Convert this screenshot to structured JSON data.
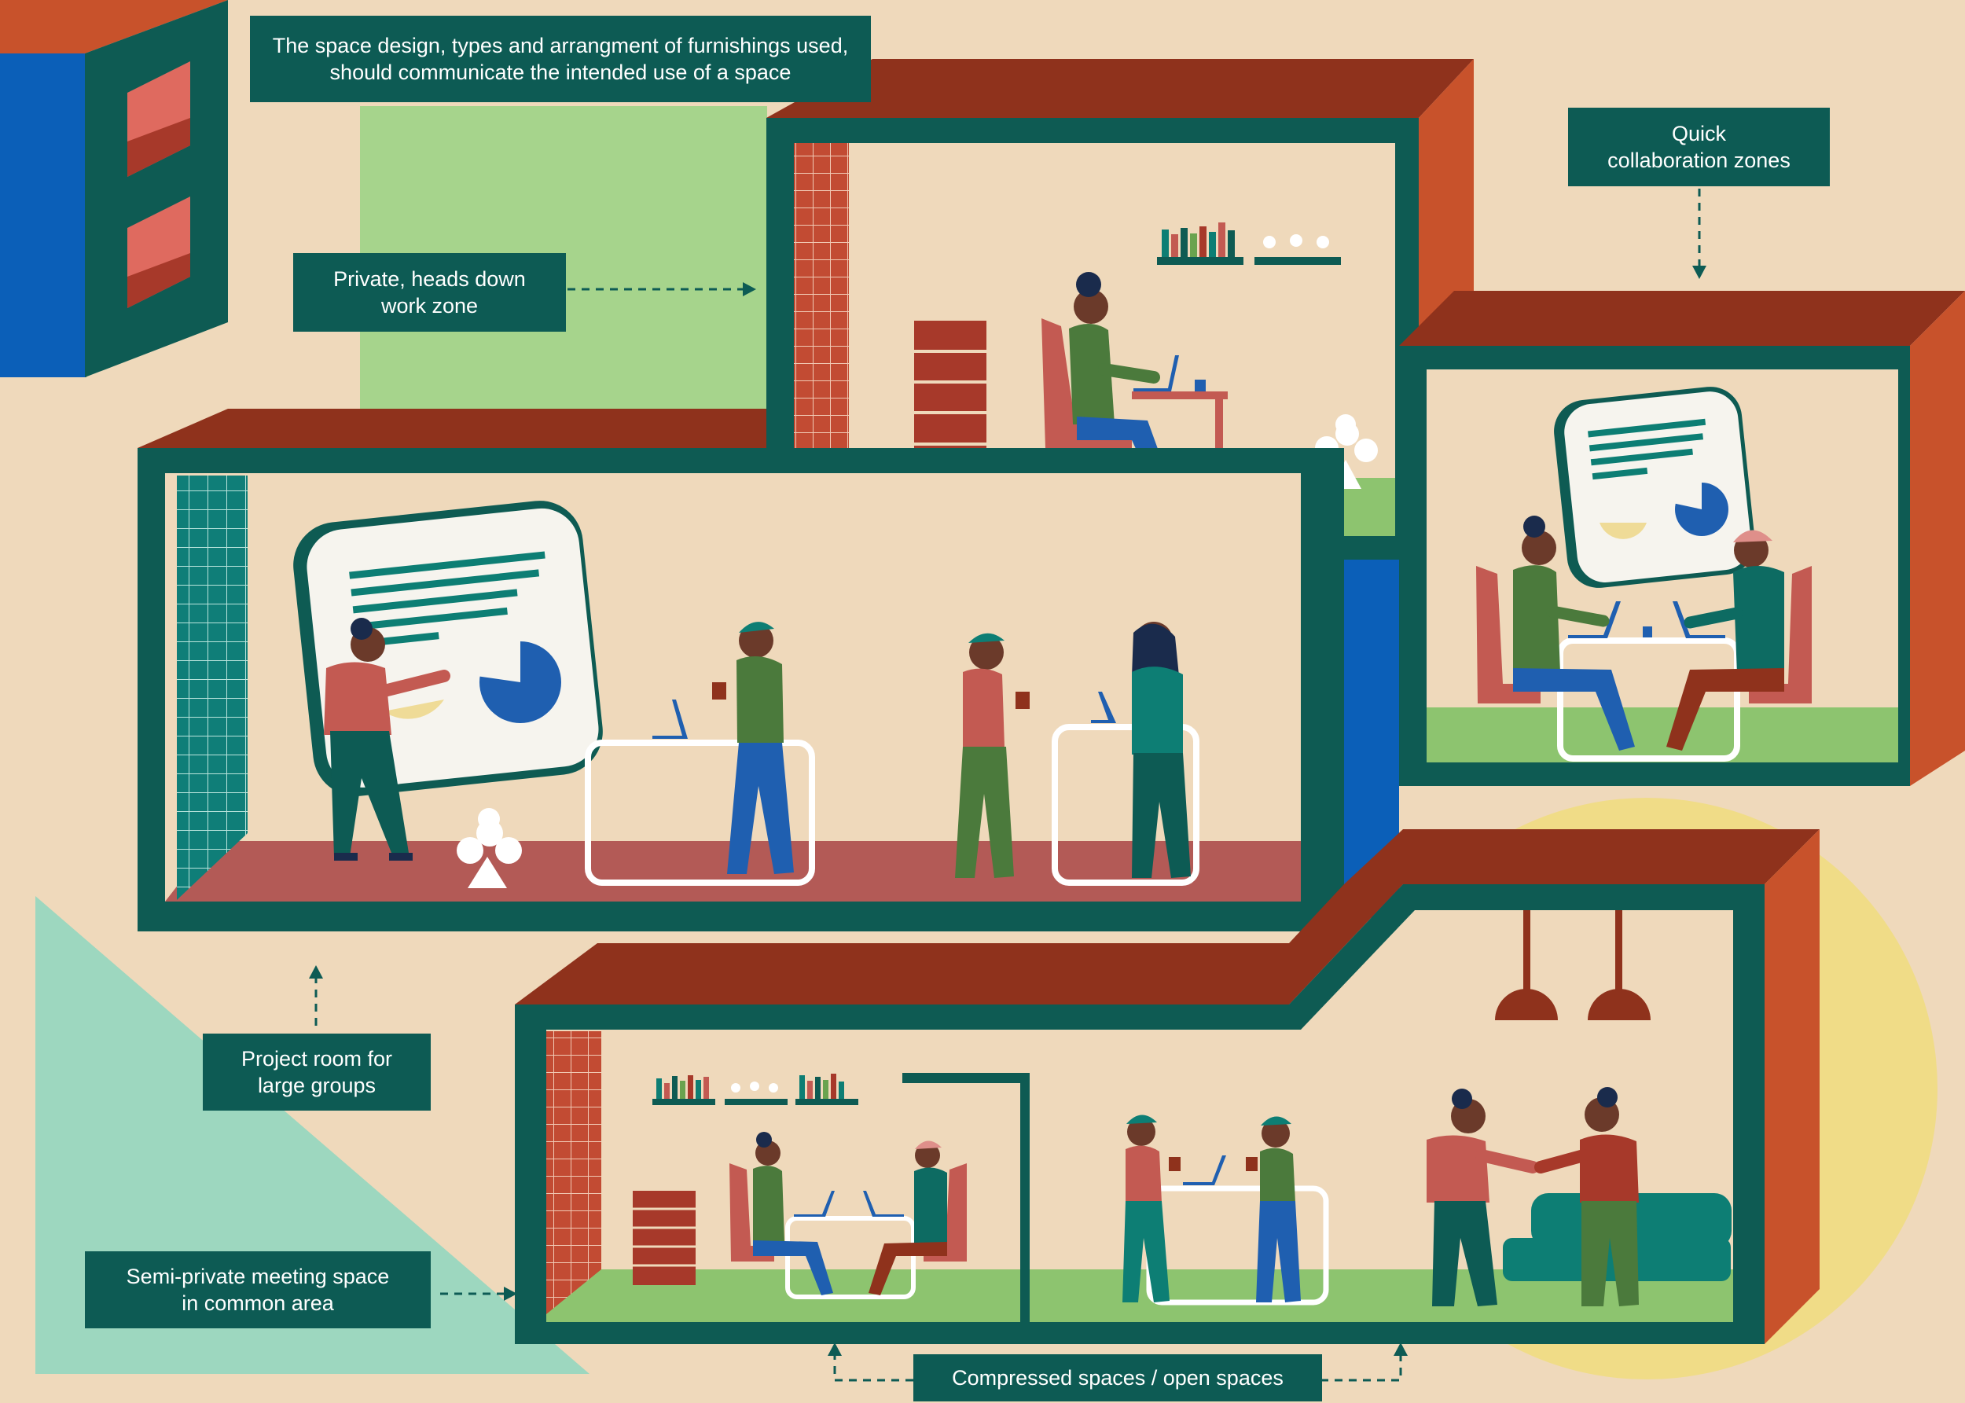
{
  "labels": {
    "space_design": [
      "The space design, types and arrangment of furnishings used,",
      "should communicate the intended use of a space"
    ],
    "private_zone": [
      "Private, heads down",
      "work zone"
    ],
    "quick_collab": [
      "Quick",
      "collaboration zones"
    ],
    "project_room": [
      "Project room for",
      "large groups"
    ],
    "semi_private": [
      "Semi-private meeting space",
      "in common area"
    ],
    "compressed": [
      "Compressed spaces / open spaces"
    ]
  },
  "colors": {
    "background": "#efd9bb",
    "label_bg": "#0d5b54",
    "frame": "#0e5b53",
    "roof": "#8f321c",
    "side_wall": "#c8522b",
    "floor_green": "#8dc46f",
    "floor_red": "#b35a56",
    "accent_blue": "#0b5fb8",
    "screen_white": "#f6f4ee",
    "chart_blue": "#1f5fb0",
    "chart_yellow": "#efdb97",
    "arrow": "#0d5b54"
  },
  "icons": [
    "presentation-screen-icon",
    "pie-chart-icon",
    "laptop-icon",
    "coffee-cup-icon",
    "bookshelf-icon",
    "plant-icon",
    "pendant-lamp-icon",
    "sofa-icon",
    "chair-icon",
    "table-icon",
    "cabinet-icon"
  ]
}
